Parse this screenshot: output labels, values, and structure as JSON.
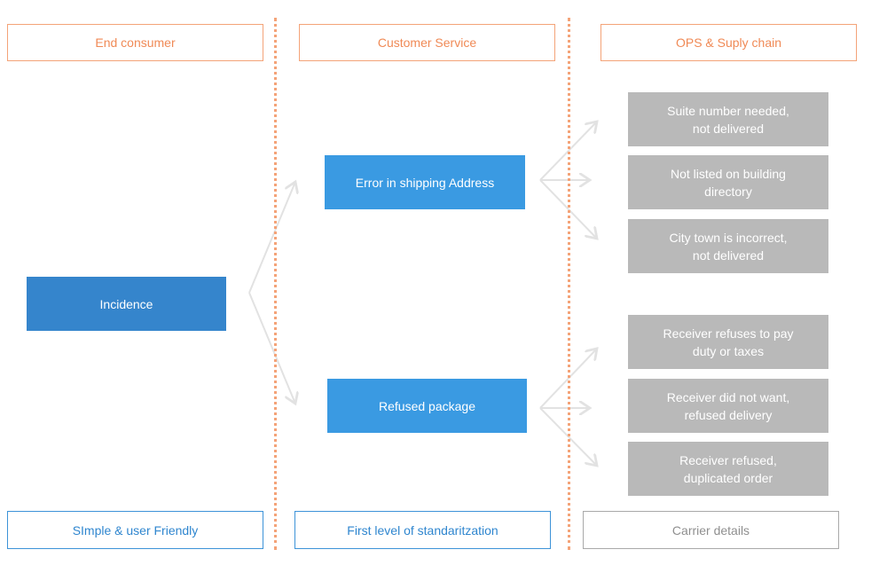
{
  "columns": {
    "headers": [
      "End consumer",
      "Customer Service",
      "OPS & Suply chain"
    ],
    "footers": [
      "SImple & user Friendly",
      "First level of standaritzation",
      "Carrier details"
    ]
  },
  "incidence": "Incidence",
  "categories": [
    "Error in shipping Address",
    "Refused package"
  ],
  "address_details": [
    [
      "Suite number needed,",
      "not delivered"
    ],
    [
      "Not listed on building",
      "directory"
    ],
    [
      "City town is incorrect,",
      "not delivered"
    ]
  ],
  "refused_details": [
    [
      "Receiver refuses to pay",
      "duty or taxes"
    ],
    [
      "Receiver did not want,",
      "refused delivery"
    ],
    [
      "Receiver refused,",
      "duplicated order"
    ]
  ],
  "colors": {
    "header_border": "#f4a378",
    "footer_border": "#3d93d8",
    "box_blue": "#3a9ae2",
    "box_gray": "#b9b9b9",
    "connector": "#e2e2e2"
  }
}
